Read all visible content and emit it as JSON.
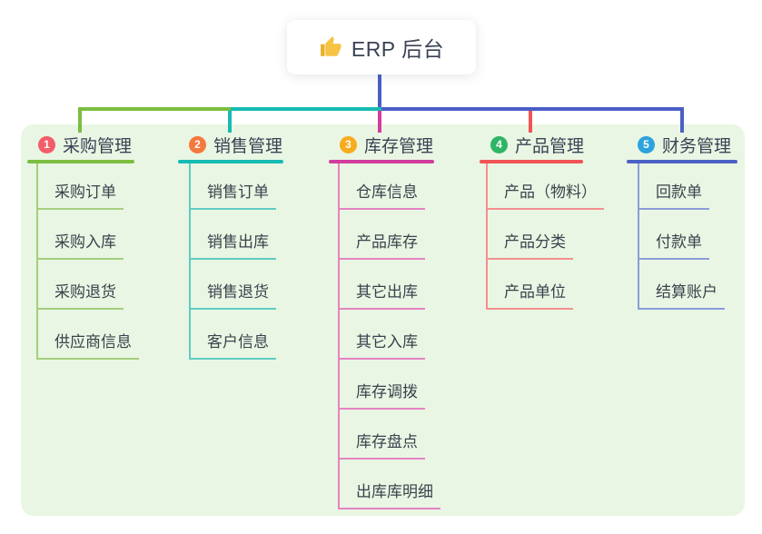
{
  "root": {
    "label": "ERP 后台",
    "icon": "thumbs-up-icon"
  },
  "colors": {
    "canvas_bg": "#ffffff",
    "panel_bg": "#e9f6e3",
    "root_connector": "#4a5fc6",
    "text": "#3a4254",
    "thumb_yellow": "#f6c344"
  },
  "branches": [
    {
      "index": "1",
      "label": "采购管理",
      "badge_color": "#f35d6a",
      "line_color": "#7cbe3f",
      "line_light": "#a5ce7e",
      "children": [
        "采购订单",
        "采购入库",
        "采购退货",
        "供应商信息"
      ]
    },
    {
      "index": "2",
      "label": "销售管理",
      "badge_color": "#f5783c",
      "line_color": "#16bbb2",
      "line_light": "#5fccc4",
      "children": [
        "销售订单",
        "销售出库",
        "销售退货",
        "客户信息"
      ]
    },
    {
      "index": "3",
      "label": "库存管理",
      "badge_color": "#f7ac1d",
      "line_color": "#d23c9c",
      "line_light": "#e583c3",
      "children": [
        "仓库信息",
        "产品库存",
        "其它出库",
        "其它入库",
        "库存调拨",
        "库存盘点",
        "出库库明细"
      ]
    },
    {
      "index": "4",
      "label": "产品管理",
      "badge_color": "#2fb566",
      "line_color": "#f05456",
      "line_light": "#f58f90",
      "children": [
        "产品（物料）",
        "产品分类",
        "产品单位"
      ]
    },
    {
      "index": "5",
      "label": "财务管理",
      "badge_color": "#2ca3dc",
      "line_color": "#4b61c3",
      "line_light": "#8c9cd9",
      "children": [
        "回款单",
        "付款单",
        "结算账户"
      ]
    }
  ]
}
